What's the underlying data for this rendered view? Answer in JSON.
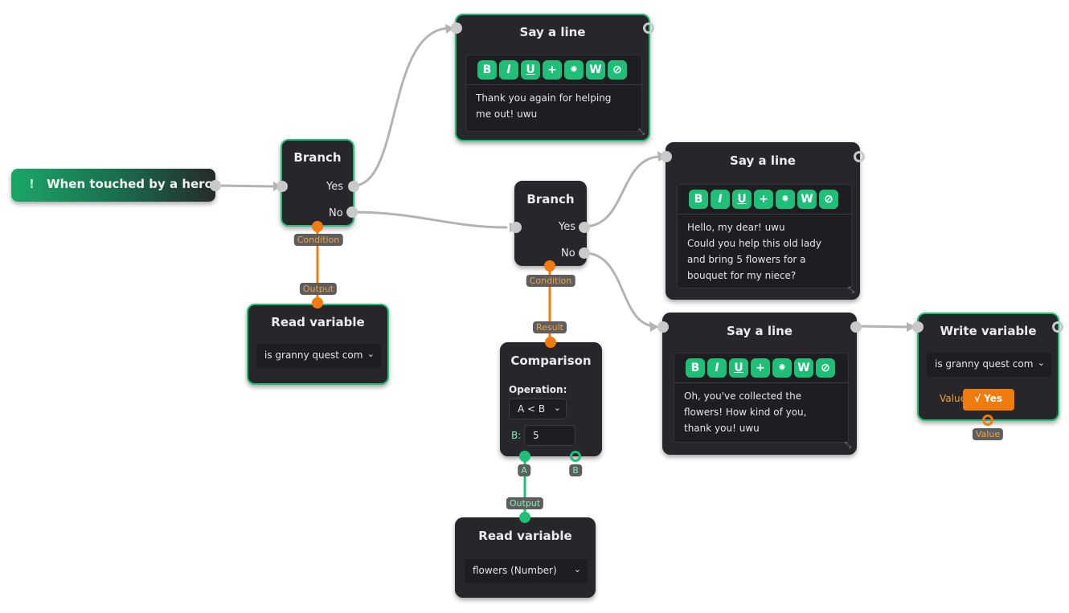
{
  "trigger": {
    "icon": "exclamation-icon",
    "label": "When touched by a hero"
  },
  "branch1": {
    "title": "Branch",
    "yes": "Yes",
    "no": "No",
    "condition": "Condition"
  },
  "branch2": {
    "title": "Branch",
    "yes": "Yes",
    "no": "No",
    "condition": "Condition"
  },
  "say1": {
    "title": "Say a line",
    "text": "Thank you again for helping\nme out! uwu"
  },
  "say2": {
    "title": "Say a line",
    "text": "Hello, my dear! uwu\nCould you help this old lady\nand bring 5 flowers for a\nbouquet for my niece?"
  },
  "say3": {
    "title": "Say a line",
    "text": "Oh, you've collected the\nflowers! How kind of you,\nthank you! uwu"
  },
  "toolbar": [
    {
      "label": "B",
      "icon": "bold-icon"
    },
    {
      "label": "I",
      "icon": "italic-icon"
    },
    {
      "label": "U",
      "icon": "underline-icon"
    },
    {
      "label": "+",
      "icon": "plus-icon"
    },
    {
      "label": "⁕",
      "icon": "rainbow-icon"
    },
    {
      "label": "W",
      "icon": "wave-icon"
    },
    {
      "label": "⊘",
      "icon": "clear-format-icon"
    }
  ],
  "readvar1": {
    "title": "Read variable",
    "selected": "is granny quest com",
    "output": "Output"
  },
  "readvar2": {
    "title": "Read variable",
    "selected": "flowers (Number)",
    "output": "Output"
  },
  "comparison": {
    "title": "Comparison",
    "operation_label": "Operation:",
    "operation": "A < B",
    "b_label": "B:",
    "b_value": "5",
    "result": "Result",
    "a_port": "A",
    "b_port": "B"
  },
  "writevar": {
    "title": "Write variable",
    "selected": "is granny quest com",
    "value_label": "Value:",
    "value": "√ Yes",
    "value_port": "Value"
  },
  "colors": {
    "accent": "#1fbf78",
    "orange": "#f07c10",
    "node_bg": "#27272b",
    "wire": "#b3b3b6"
  }
}
